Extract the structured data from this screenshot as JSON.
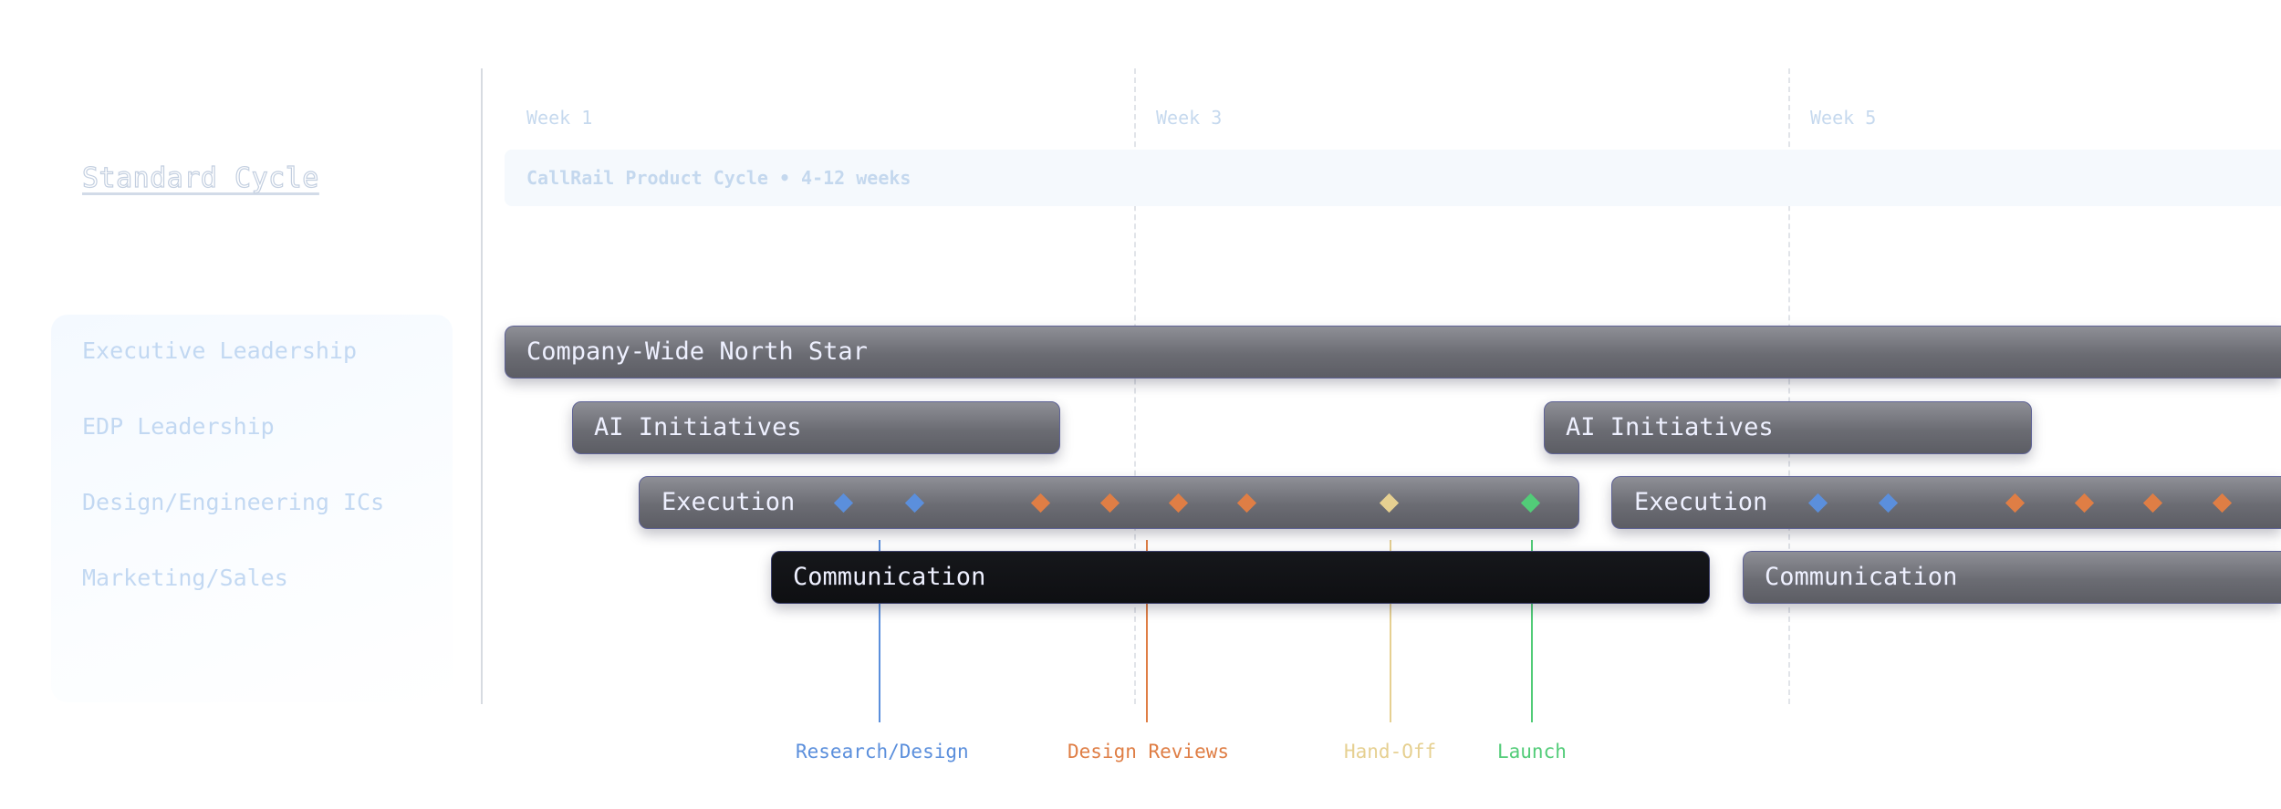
{
  "title": "Standard Cycle",
  "roles": [
    "Executive Leadership",
    "EDP Leadership",
    "Design/Engineering ICs",
    "Marketing/Sales"
  ],
  "weeks": [
    "Week 1",
    "Week 3",
    "Week 5"
  ],
  "cycle_label": "CallRail Product Cycle • 4-12 weeks",
  "bars": {
    "north_star": "Company-Wide North Star",
    "ai_1": "AI Initiatives",
    "ai_2": "AI Initiatives",
    "exec_1": "Execution",
    "exec_2": "Execution",
    "comm_1": "Communication",
    "comm_2": "Communication"
  },
  "legend": [
    {
      "label": "Research/Design",
      "color": "#5b8fdc"
    },
    {
      "label": "Design Reviews",
      "color": "#df7e45"
    },
    {
      "label": "Hand-Off",
      "color": "#e6d091"
    },
    {
      "label": "Launch",
      "color": "#52cc78"
    }
  ]
}
